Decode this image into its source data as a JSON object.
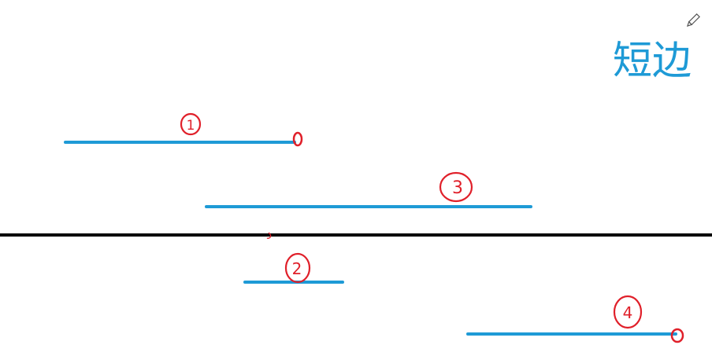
{
  "heading": {
    "text": "短边",
    "color": "#1e9ad6"
  },
  "colors": {
    "segment": "#1e9ad6",
    "annotation": "#e0202a",
    "axis": "#000000"
  },
  "icons": {
    "pencil": "pencil-icon"
  },
  "segments": [
    {
      "id": "1",
      "label": "1",
      "end_marker": true
    },
    {
      "id": "3",
      "label": "3",
      "end_marker": false
    },
    {
      "id": "2",
      "label": "2",
      "end_marker": false
    },
    {
      "id": "4",
      "label": "4",
      "end_marker": true
    }
  ]
}
